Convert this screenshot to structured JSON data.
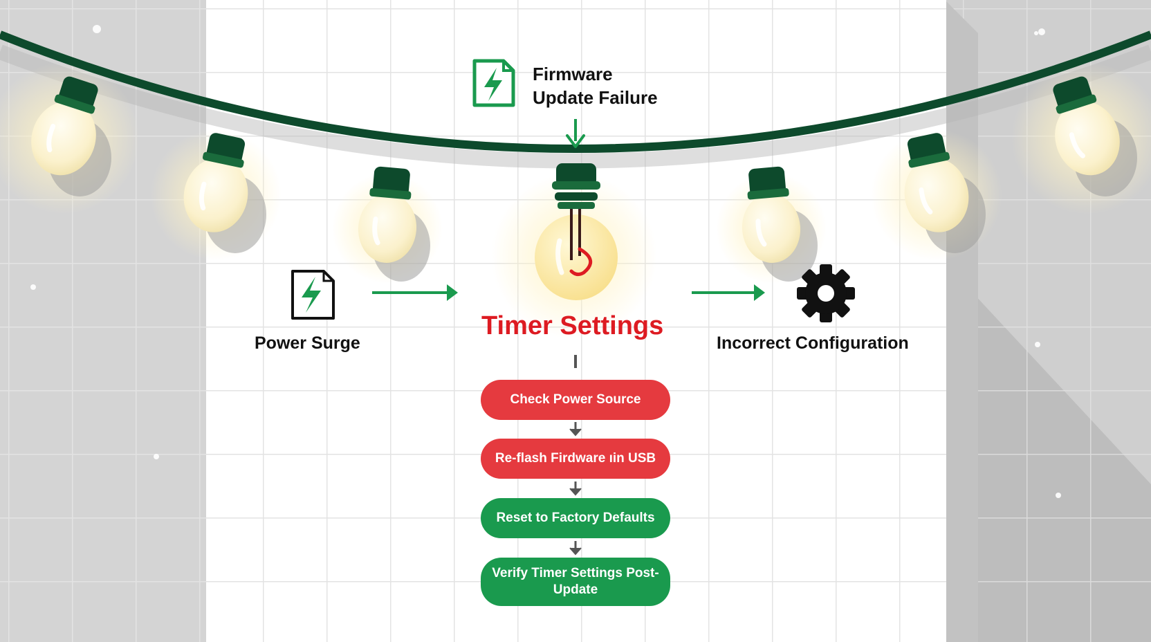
{
  "colors": {
    "red": "#e53a3f",
    "green": "#1a9a4e",
    "dark_green": "#0d4a2c",
    "title_red": "#dd1b22",
    "bulb_glow": "#fff2bc"
  },
  "icons": {
    "firmware": "lightning-file-icon",
    "power_surge": "lightning-file-icon",
    "incorrect_configuration": "gear-icon",
    "center": "light-bulb-icon"
  },
  "causes": {
    "firmware": {
      "line1": "Firmware",
      "line2": "Update Failure"
    },
    "power_surge": "Power Surge",
    "incorrect_configuration": "Incorrect Configuration"
  },
  "center_title": "Timer Settings",
  "steps": [
    {
      "label": "Check Power Source",
      "color": "red"
    },
    {
      "label": "Re-flash Firdware ıin USB",
      "color": "red"
    },
    {
      "label": "Reset to Factory Defaults",
      "color": "green"
    },
    {
      "label": "Verify Timer Settings Post-Update",
      "color": "green"
    }
  ]
}
